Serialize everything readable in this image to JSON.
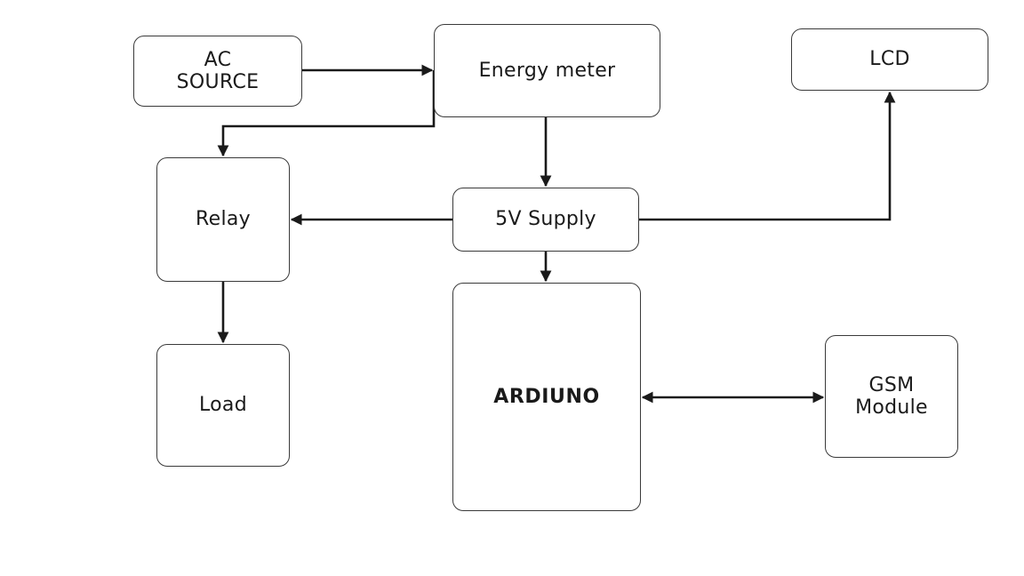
{
  "diagram": {
    "blocks": {
      "ac_source": {
        "label": "AC\nSOURCE"
      },
      "energy_meter": {
        "label": "Energy meter"
      },
      "lcd": {
        "label": "LCD"
      },
      "relay": {
        "label": "Relay"
      },
      "supply": {
        "label": "5V Supply"
      },
      "arduino": {
        "label": "ARDIUNO"
      },
      "load": {
        "label": "Load"
      },
      "gsm": {
        "label": "GSM\nModule"
      }
    },
    "connections": [
      {
        "from": "ac_source",
        "to": "energy_meter",
        "direction": "forward"
      },
      {
        "from": "energy_meter",
        "to": "relay",
        "direction": "forward"
      },
      {
        "from": "energy_meter",
        "to": "supply",
        "direction": "forward"
      },
      {
        "from": "supply",
        "to": "relay",
        "direction": "forward"
      },
      {
        "from": "supply",
        "to": "lcd",
        "direction": "forward"
      },
      {
        "from": "supply",
        "to": "arduino",
        "direction": "forward"
      },
      {
        "from": "relay",
        "to": "load",
        "direction": "forward"
      },
      {
        "from": "arduino",
        "to": "gsm",
        "direction": "bidirectional"
      }
    ],
    "colors": {
      "line": "#1a1a1a",
      "border": "#3a3a3a"
    }
  }
}
